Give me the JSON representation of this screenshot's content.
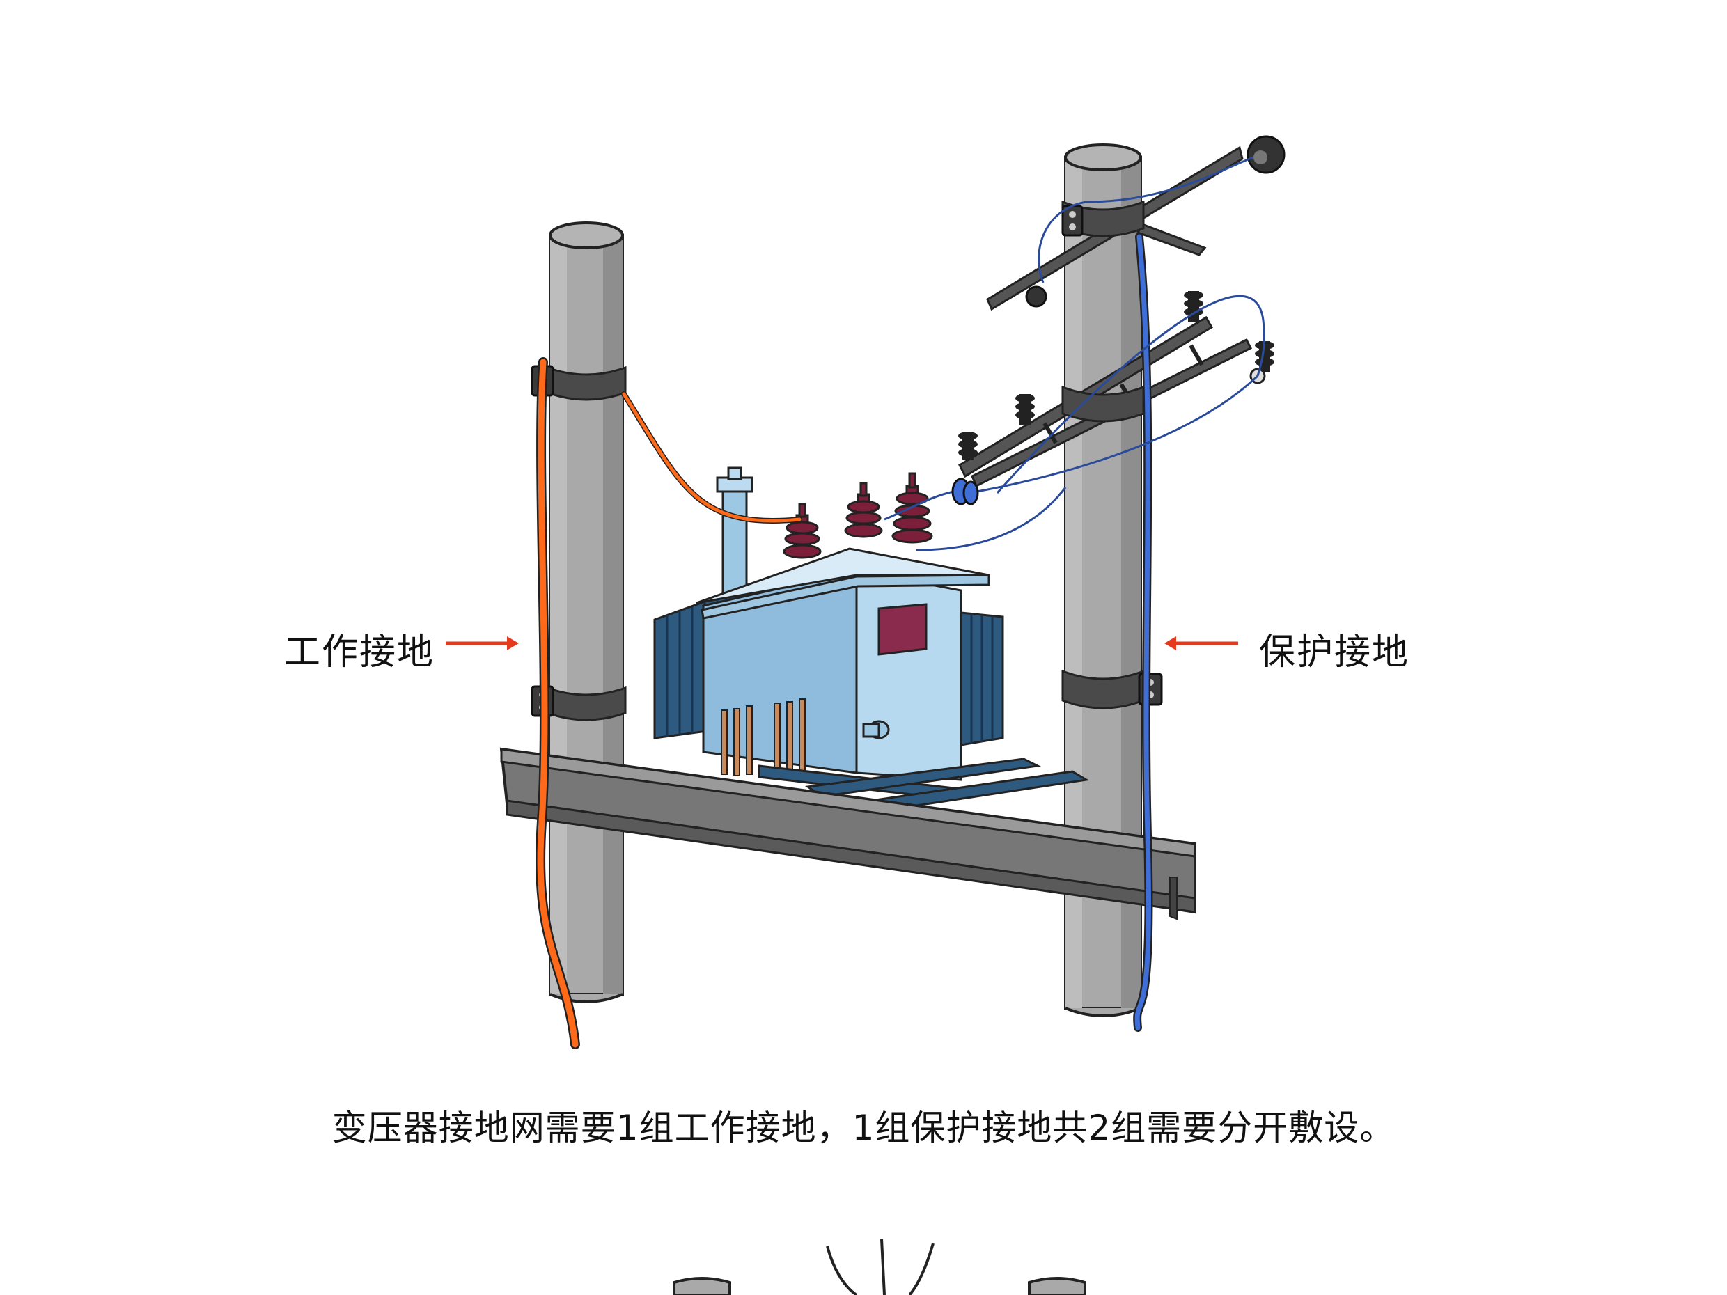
{
  "labels": {
    "working_ground": "工作接地",
    "protective_ground": "保护接地"
  },
  "caption": "变压器接地网需要1组工作接地，1组保护接地共2组需要分开敷设。",
  "colors": {
    "working_ground_wire": "#ff6a1a",
    "protective_ground_wire": "#3f6fd6",
    "arrow": "#e53a1e",
    "pole": "#a9a9a9",
    "transformer_body": "#b6d9ef",
    "radiator": "#2f5a80",
    "bushing": "#7c1f3a",
    "nameplate": "#8a2a4c",
    "steel": "#4d4d4d"
  }
}
